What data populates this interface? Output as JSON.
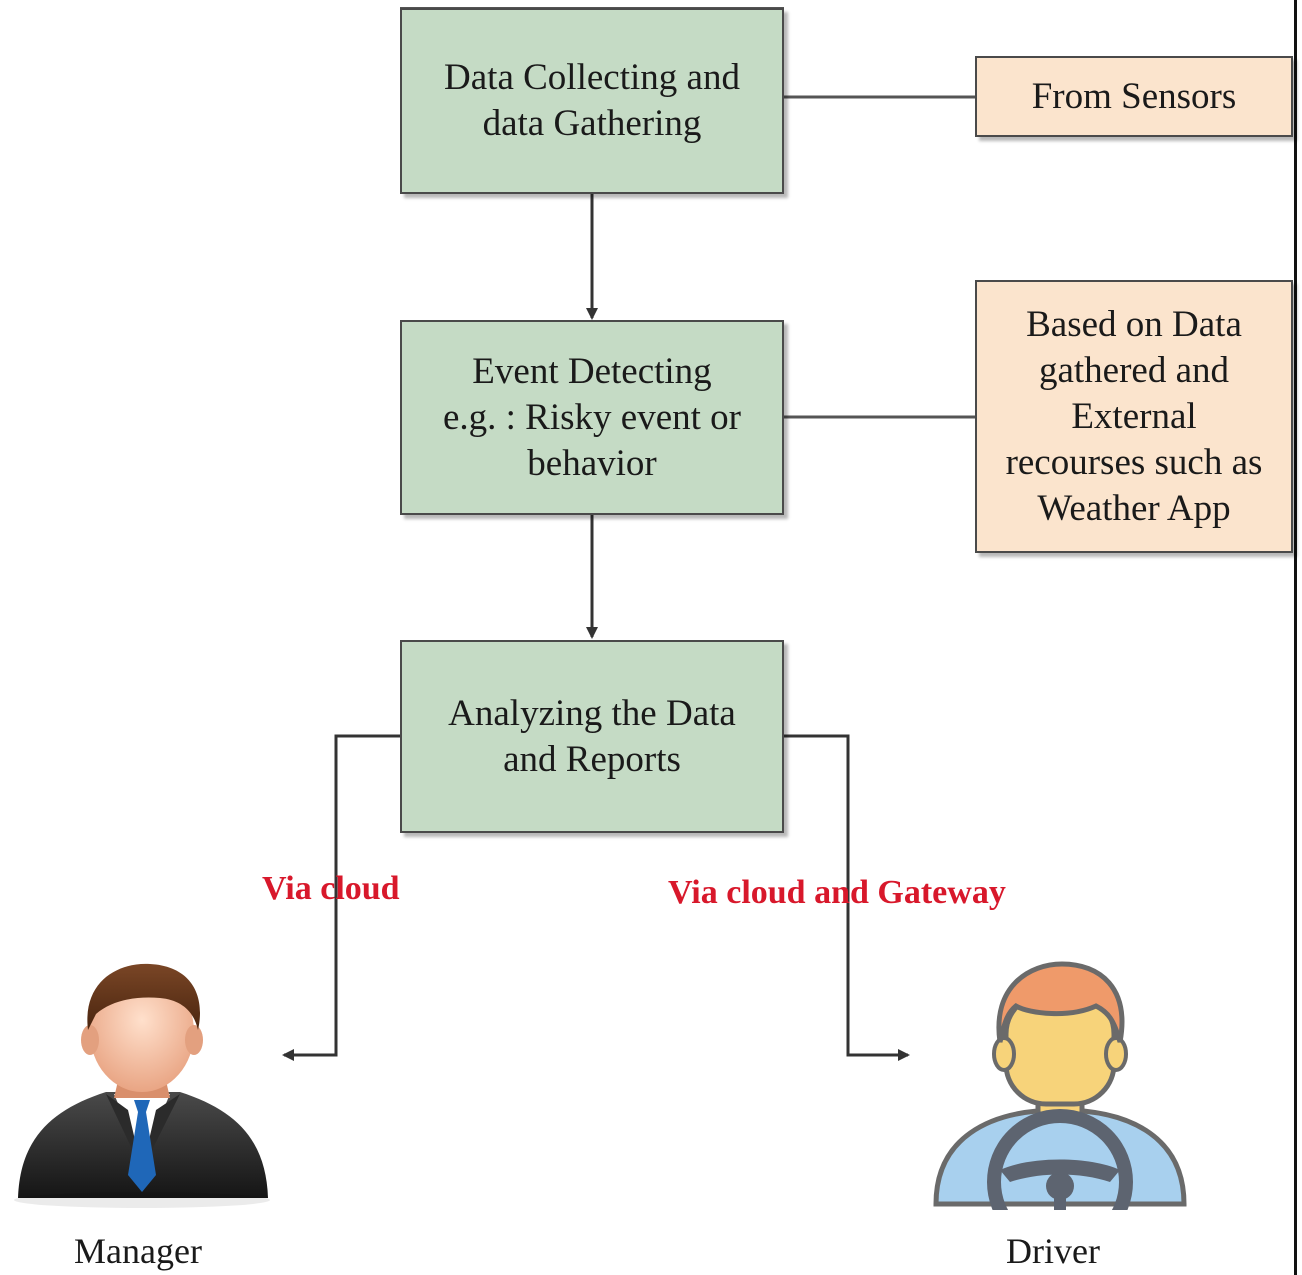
{
  "steps": {
    "collect": "Data Collecting and\ndata  Gathering",
    "detect": "Event Detecting\ne.g. : Risky event or\nbehavior",
    "analyze": "Analyzing the Data\nand Reports"
  },
  "notes": {
    "sensors": "From Sensors",
    "external": "Based on Data\ngathered and\nExternal\nrecourses such as\nWeather App"
  },
  "channels": {
    "manager": "Via cloud",
    "driver": "Via cloud and Gateway"
  },
  "actors": {
    "manager": "Manager",
    "driver": "Driver"
  },
  "colors": {
    "process_fill": "#c5dbc5",
    "note_fill": "#fbe4cd",
    "channel_text": "#d8182b"
  }
}
